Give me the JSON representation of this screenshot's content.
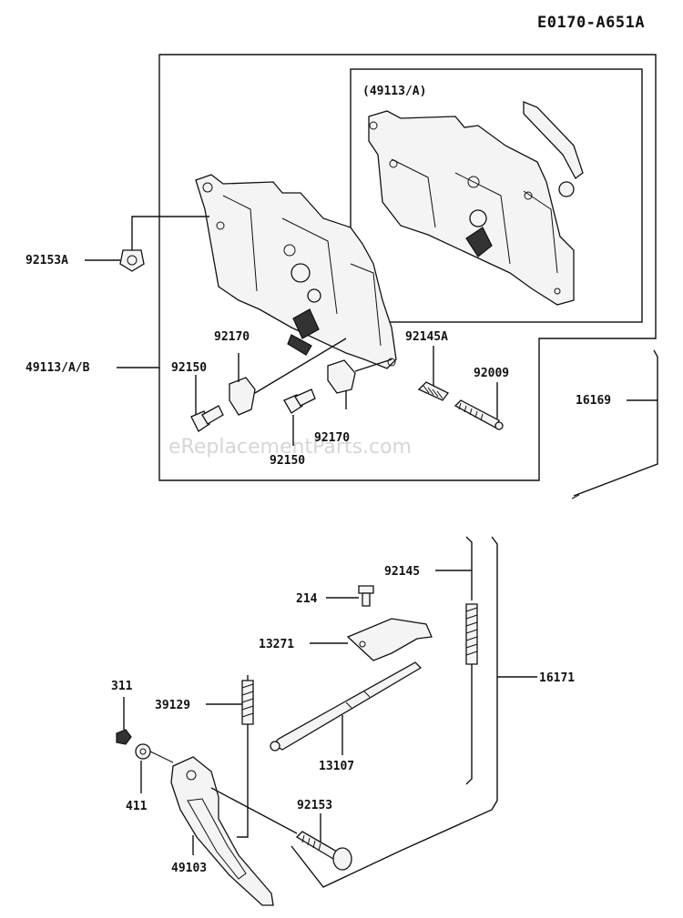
{
  "diagram": {
    "code": "E0170-A651A",
    "watermark": "eReplacementParts.com",
    "inset_label": "(49113/A)",
    "labels": {
      "p92153A": "92153A",
      "p49113AB": "49113/A/B",
      "p92170a": "92170",
      "p92150a": "92150",
      "p92145A": "92145A",
      "p92009": "92009",
      "p92170b": "92170",
      "p92150b": "92150",
      "p16169": "16169",
      "p92145": "92145",
      "p214": "214",
      "p13271": "13271",
      "p311": "311",
      "p39129": "39129",
      "p16171": "16171",
      "p13107": "13107",
      "p411": "411",
      "p92153": "92153",
      "p49103": "49103"
    }
  }
}
